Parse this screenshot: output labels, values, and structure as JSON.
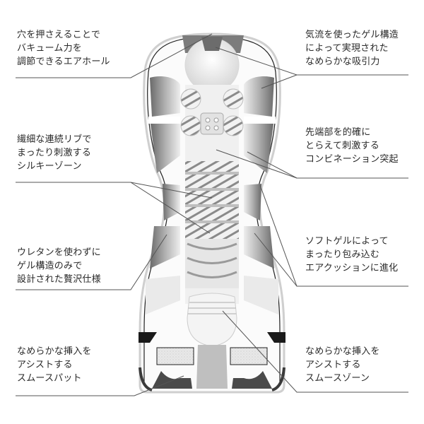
{
  "diagram": {
    "type": "product-cross-section",
    "colors": {
      "background": "#ffffff",
      "text": "#2a2a2a",
      "leader_line": "#555555",
      "shell_outline": "#c8c8c8",
      "dark_gel": "#6e6e6e",
      "mid_gel": "#a9a9a9",
      "light_gel": "#e4e4e4"
    },
    "callouts": [
      {
        "id": "air-hole",
        "side": "left",
        "lines": [
          "穴を押さえることで",
          "バキューム力を",
          "調節できるエアホール"
        ]
      },
      {
        "id": "suction",
        "side": "right",
        "lines": [
          "気流を使ったゲル構造",
          "によって実現された",
          "なめらかな吸引力"
        ]
      },
      {
        "id": "silky-zone",
        "side": "left",
        "lines": [
          "繊細な連続リブで",
          "まったり刺激する",
          "シルキーゾーン"
        ]
      },
      {
        "id": "combination-bumps",
        "side": "right",
        "lines": [
          "先端部を的確に",
          "とらえて刺激する",
          "コンビネーション突起"
        ]
      },
      {
        "id": "gel-only",
        "side": "left",
        "lines": [
          "ウレタンを使わずに",
          "ゲル構造のみで",
          "設計された贅沢仕様"
        ]
      },
      {
        "id": "soft-gel-cushion",
        "side": "right",
        "lines": [
          "ソフトゲルによって",
          "まったり包み込む",
          "エアクッションに進化"
        ]
      },
      {
        "id": "smooth-pad",
        "side": "left",
        "lines": [
          "なめらかな挿入を",
          "アシストする",
          "スムースパット"
        ]
      },
      {
        "id": "smooth-zone",
        "side": "right",
        "lines": [
          "なめらかな挿入を",
          "アシストする",
          "スムースゾーン"
        ]
      }
    ]
  }
}
